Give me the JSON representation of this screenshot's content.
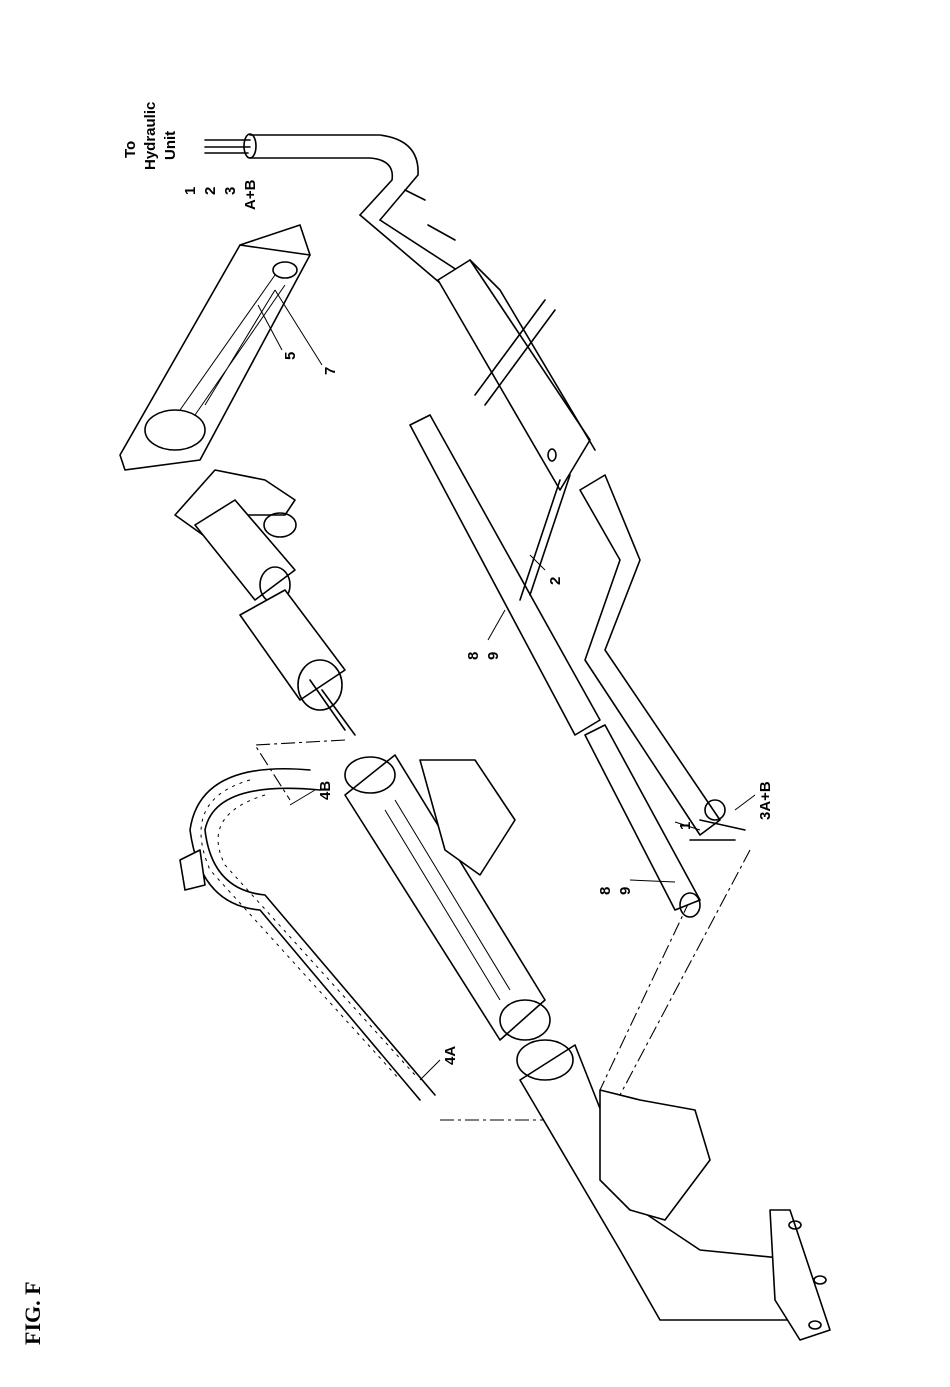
{
  "figure_title": "FIG. F",
  "callouts": {
    "hydraulic_line1": "To",
    "hydraulic_line2": "Hydraulic",
    "hydraulic_line3": "Unit",
    "c1": "1",
    "c2": "2",
    "c3": "3",
    "cab": "A+B",
    "c5": "5",
    "c7": "7",
    "c4b": "4B",
    "c4a": "4A",
    "c2_cable": "2",
    "c8_upper": "8",
    "c9_upper": "9",
    "c1_cable": "1",
    "c8_lower": "8",
    "c9_lower": "9",
    "c3ab": "3A+B"
  }
}
